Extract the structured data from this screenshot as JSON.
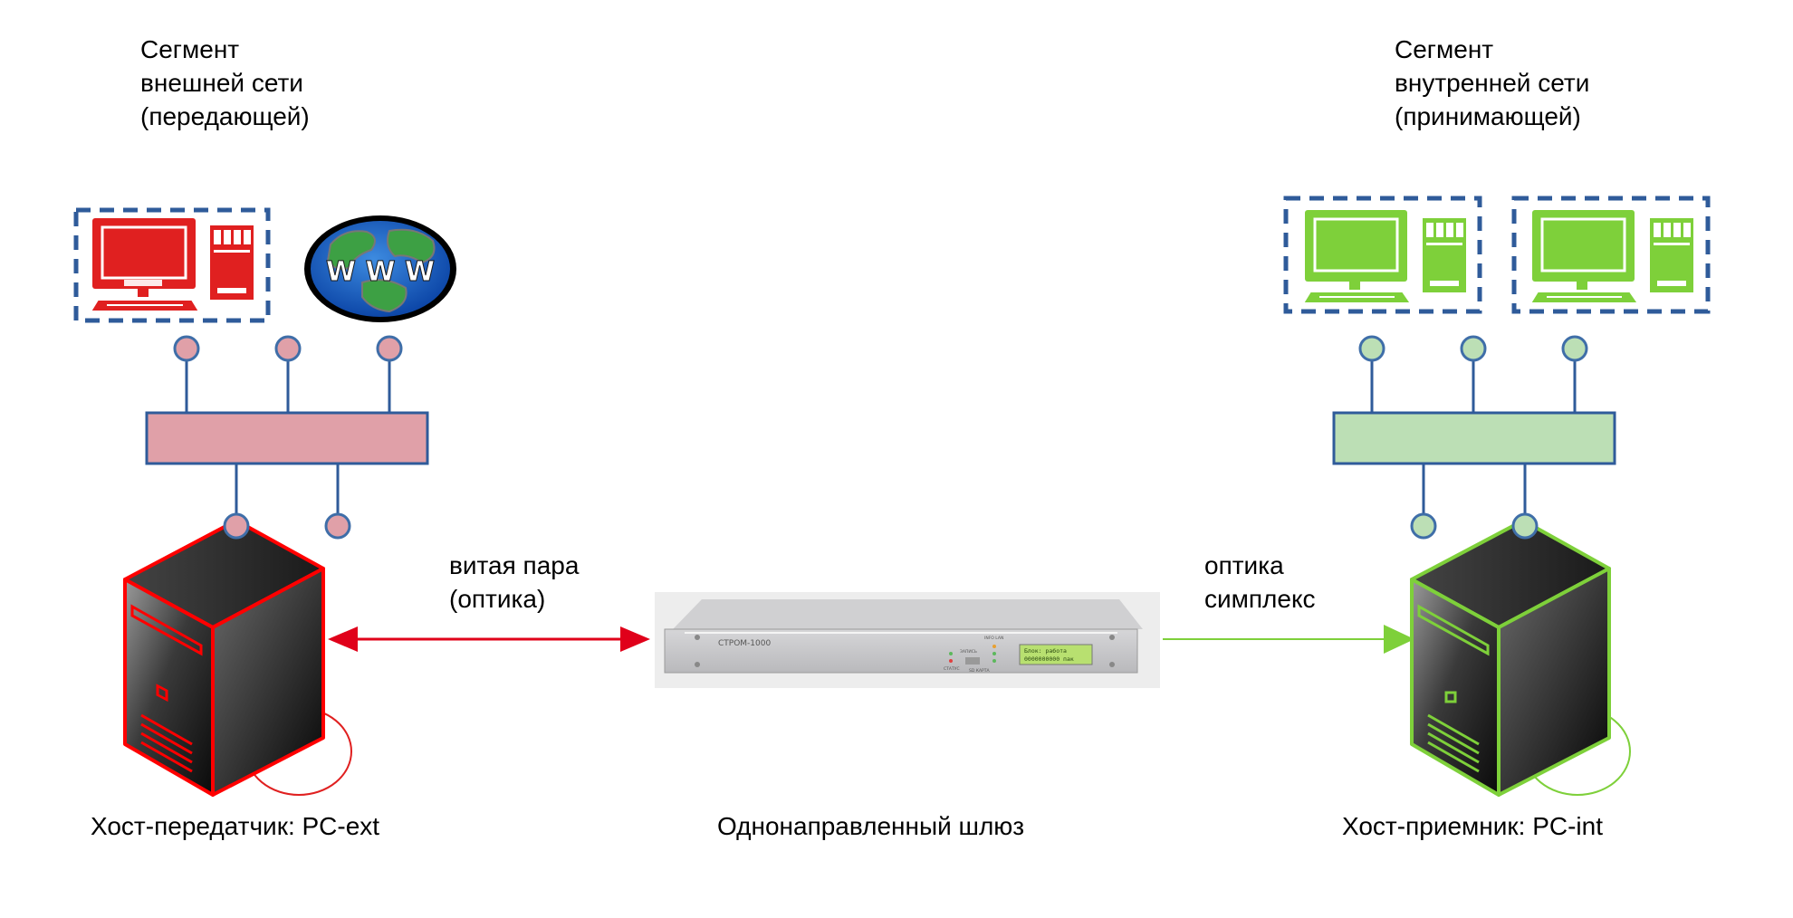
{
  "segments": {
    "external": {
      "lines": [
        "Сегмент",
        "внешней сети",
        "(передающей)"
      ],
      "color": "#e02020",
      "bus_color": "#e0a0a8",
      "node_color": "#e0a0a8",
      "globe_text": "W W W"
    },
    "internal": {
      "lines": [
        "Сегмент",
        "внутренней сети",
        "(принимающей)"
      ],
      "color": "#7ed03a",
      "bus_color": "#bcdfb5",
      "node_color": "#bcdfb5"
    }
  },
  "links": {
    "left": {
      "lines": [
        "витая пара",
        "(оптика)"
      ],
      "color": "#e0001a"
    },
    "right": {
      "lines": [
        "оптика",
        "симплекс"
      ],
      "color": "#7ed03a"
    }
  },
  "gateway": {
    "model": "СТРОМ-1000",
    "display_lines": [
      "Блок: работа",
      "0000000000 пак"
    ],
    "small_labels": [
      "ЗАПИСЬ",
      "СТАТУС",
      "SD КАРТА",
      "INFO LAN"
    ],
    "caption": "Однонаправленный шлюз"
  },
  "hosts": {
    "sender": {
      "caption": "Хост-передатчик: PC-ext",
      "outline": "#ff0000"
    },
    "receiver": {
      "caption": "Хост-приемник: PC-int",
      "outline": "#7ed03a"
    }
  },
  "colors": {
    "frame_dashed": "#2f5b9a",
    "connector_line": "#2f5b9a",
    "node_stroke": "#3f6ea8"
  }
}
